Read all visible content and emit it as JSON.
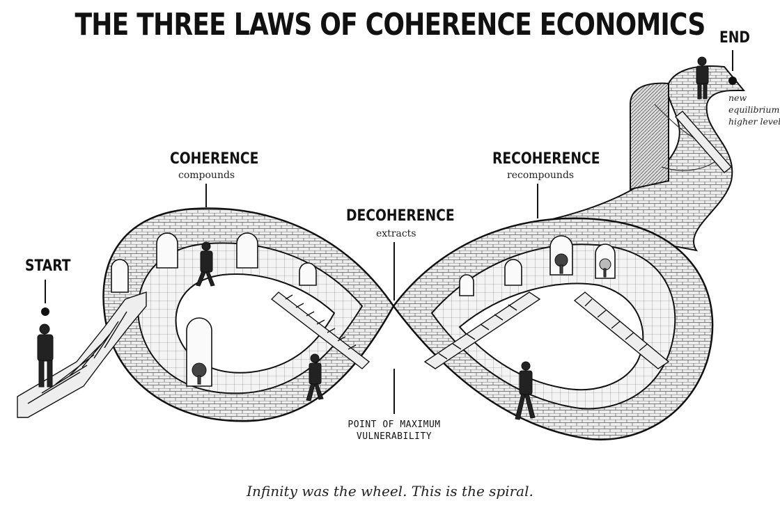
{
  "title": "THE THREE LAWS OF COHERENCE ECONOMICS",
  "labels": {
    "start": "START",
    "end": "END",
    "end_note_1": "new",
    "end_note_2": "equilibrium,",
    "end_note_3": "higher level",
    "coherence": "COHERENCE",
    "coherence_sub": "compounds",
    "decoherence": "DECOHERENCE",
    "decoherence_sub": "extracts",
    "recoherence": "RECOHERENCE",
    "recoherence_sub": "recompounds",
    "vulnerability_1": "POINT OF MAXIMUM",
    "vulnerability_2": "VULNERABILITY"
  },
  "caption": "Infinity was the wheel. This is the spiral.",
  "colors": {
    "ink": "#111111",
    "paper": "#ffffff",
    "stone": "#e6e6e6"
  }
}
